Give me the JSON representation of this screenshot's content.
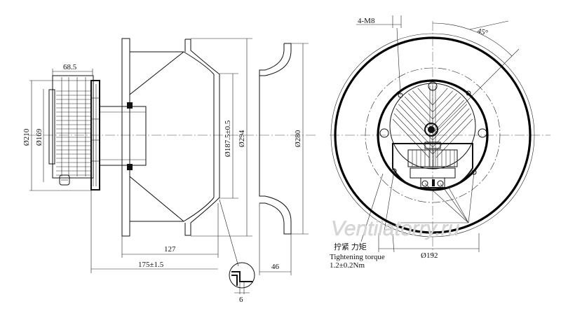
{
  "dimensions": {
    "motor_width": "68.5",
    "motor_dia_outer": "Ø210",
    "motor_dia_inner": "Ø169",
    "inlet_dia": "Ø187.5±0.5",
    "wheel_dia": "Ø294",
    "ring_dia": "Ø280",
    "depth_127": "127",
    "depth_total": "175±1.5",
    "ring_depth": "46",
    "detail_dim": "6",
    "bolts": "4-M8",
    "angle": "45°",
    "bolt_circle": "Ø192"
  },
  "note": {
    "cn": "拧紧  力矩",
    "en": "Tightening torque",
    "value": "1.2±0.2Nm"
  },
  "watermark": "Ventilatorry.ru"
}
